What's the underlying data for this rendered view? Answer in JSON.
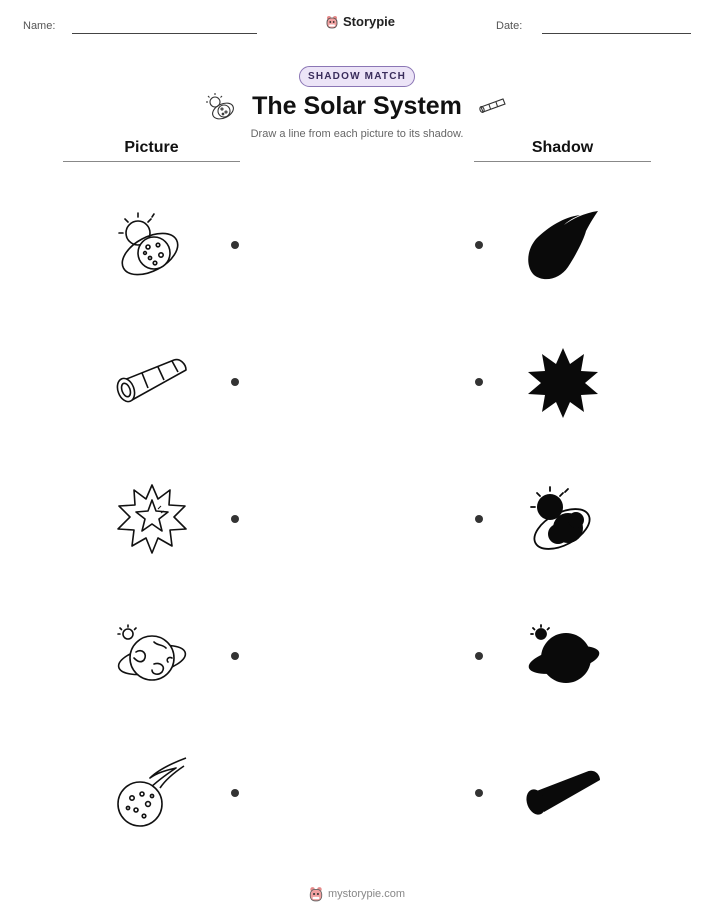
{
  "header": {
    "name_label": "Name:",
    "brand": "Storypie",
    "date_label": "Date:"
  },
  "worksheet": {
    "badge": "SHADOW MATCH",
    "title": "The Solar System",
    "instructions": "Draw a line from each picture to its shadow.",
    "picture_heading": "Picture",
    "shadow_heading": "Shadow",
    "pictures": [
      "sun-and-planet-icon",
      "telescope-icon",
      "star-icon",
      "ringed-planet-icon",
      "comet-icon"
    ],
    "shadows": [
      "comet-shadow-icon",
      "star-shadow-icon",
      "sun-and-planet-shadow-icon",
      "ringed-planet-shadow-icon",
      "telescope-shadow-icon"
    ]
  },
  "footer": {
    "url": "mystorypie.com"
  }
}
